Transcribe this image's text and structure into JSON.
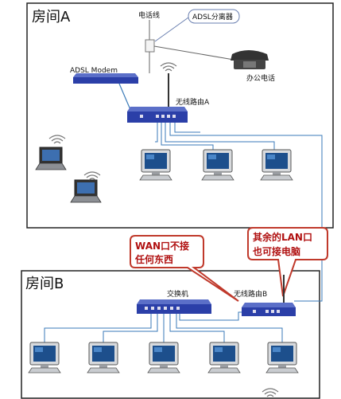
{
  "room_a": {
    "title": "房间A"
  },
  "room_b": {
    "title": "房间B"
  },
  "labels": {
    "phone_line": "电话线",
    "adsl_splitter": "ADSL分离器",
    "adsl_modem": "ADSL Modem",
    "office_phone": "办公电话",
    "router_a": "无线路由A",
    "switch": "交换机",
    "router_b": "无线路由B"
  },
  "callouts": {
    "wan": {
      "line1": "WAN口不接",
      "line2": "任何东西"
    },
    "lan": {
      "line1": "其余的LAN口",
      "line2": "也可接电脑"
    }
  },
  "colors": {
    "device_blue": "#2b3fa8",
    "link_blue": "#3a7ab8",
    "callout_border": "#c0392b",
    "callout_text": "#b01010"
  }
}
